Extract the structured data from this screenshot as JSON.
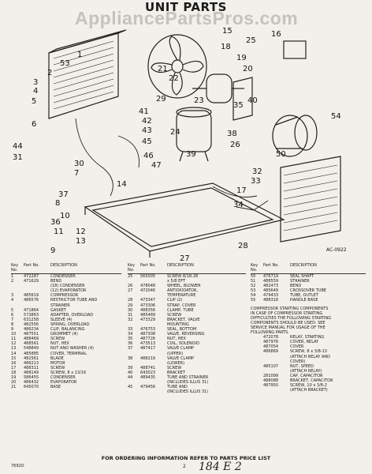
{
  "title": "UNIT PARTS",
  "watermark": "AppliancePartsPros.com",
  "diagram_code": "AC-0922",
  "callouts": [
    "1",
    "53",
    "2",
    "3",
    "4",
    "5",
    "6",
    "44",
    "31",
    "30",
    "7",
    "37",
    "8",
    "36",
    "9",
    "10",
    "11",
    "12",
    "13",
    "14",
    "29",
    "41",
    "42",
    "43",
    "45",
    "46",
    "47",
    "15",
    "25",
    "18",
    "19",
    "20",
    "21",
    "22",
    "23",
    "24",
    "39",
    "40",
    "38",
    "26",
    "32",
    "50",
    "17",
    "16",
    "35",
    "54",
    "33",
    "34",
    "27",
    "28"
  ],
  "table_headers": {
    "key": "Key No.",
    "part": "Part No.",
    "desc": "DESCRIPTION"
  },
  "columns": [
    {
      "rows": [
        {
          "key": "1",
          "part": "472287",
          "desc": "CONDENSER"
        },
        {
          "key": "2",
          "part": "471629",
          "desc": "BEND"
        },
        {
          "key": "",
          "part": "",
          "desc": "(18) CONDENSER"
        },
        {
          "key": "",
          "part": "",
          "desc": "(12) EVAPORATOR"
        },
        {
          "key": "3",
          "part": "485619",
          "desc": "COMPRESSOR"
        },
        {
          "key": "4",
          "part": "486576",
          "desc": "RESTRICTOR TUBE AND"
        },
        {
          "key": "",
          "part": "",
          "desc": "STRAINER"
        },
        {
          "key": "5",
          "part": "471864",
          "desc": "GASKET"
        },
        {
          "key": "6",
          "part": "573863",
          "desc": "ADAPTER, OVERLOAD"
        },
        {
          "key": "7",
          "part": "631258",
          "desc": "SLEEVE (4)"
        },
        {
          "key": "8",
          "part": "482556",
          "desc": "SPRING, OVERLOAD"
        },
        {
          "key": "9",
          "part": "486234",
          "desc": "CLIP, BALANCING"
        },
        {
          "key": "10",
          "part": "487551",
          "desc": "GROMMET (4)"
        },
        {
          "key": "11",
          "part": "488469",
          "desc": "SCREW"
        },
        {
          "key": "12",
          "part": "488561",
          "desc": "NUT, HEX"
        },
        {
          "key": "13",
          "part": "548849",
          "desc": "NUT AND WASHER (4)"
        },
        {
          "key": "14",
          "part": "485885",
          "desc": "COVER, TERMINAL"
        },
        {
          "key": "15",
          "part": "482561",
          "desc": "BLADE"
        },
        {
          "key": "16",
          "part": "486213",
          "desc": "MOTOR"
        },
        {
          "key": "17",
          "part": "488311",
          "desc": "SCREW"
        },
        {
          "key": "18",
          "part": "488149",
          "desc": "SCREW, 8 x 13/16"
        },
        {
          "key": "19",
          "part": "586455",
          "desc": "CONDENSER"
        },
        {
          "key": "20",
          "part": "486432",
          "desc": "EVAPORATOR"
        },
        {
          "key": "21",
          "part": "645070",
          "desc": "BASE"
        }
      ]
    },
    {
      "rows": [
        {
          "key": "25",
          "part": "565005",
          "desc": "SCREW 8/18-28"
        },
        {
          "key": "",
          "part": "",
          "desc": "x 5/8 EFT"
        },
        {
          "key": "26",
          "part": "478048",
          "desc": "WHEEL, BLOWER"
        },
        {
          "key": "27",
          "part": "472046",
          "desc": "ANTIOXIDATOR,"
        },
        {
          "key": "",
          "part": "",
          "desc": "TEMPERATURE"
        },
        {
          "key": "28",
          "part": "473347",
          "desc": "CLIP (2)"
        },
        {
          "key": "29",
          "part": "473306",
          "desc": "STRAP, COVER"
        },
        {
          "key": "30",
          "part": "488356",
          "desc": "CLAMP, TUBE"
        },
        {
          "key": "31",
          "part": "485489",
          "desc": "SCREW"
        },
        {
          "key": "32",
          "part": "473329",
          "desc": "BRACKET, VALVE"
        },
        {
          "key": "",
          "part": "",
          "desc": "MOUNTING"
        },
        {
          "key": "33",
          "part": "476753",
          "desc": "SEAL, BOTTOM"
        },
        {
          "key": "34",
          "part": "487308",
          "desc": "VALVE, REVERSING"
        },
        {
          "key": "35",
          "part": "487726",
          "desc": "NUT, HEX"
        },
        {
          "key": "36",
          "part": "473513",
          "desc": "COIL, SOLENOID"
        },
        {
          "key": "37",
          "part": "487417",
          "desc": "VALVE CLAMP"
        },
        {
          "key": "",
          "part": "",
          "desc": "(UPPER)"
        },
        {
          "key": "38",
          "part": "488219",
          "desc": "VALVE CLAMP"
        },
        {
          "key": "",
          "part": "",
          "desc": "(LOWER)"
        },
        {
          "key": "39",
          "part": "488741",
          "desc": "SCREW"
        },
        {
          "key": "40",
          "part": "643023",
          "desc": "BRACKET"
        },
        {
          "key": "44",
          "part": "489435",
          "desc": "TUBE AND STRAINER"
        },
        {
          "key": "",
          "part": "",
          "desc": "(INCLUDES ILLUS 31)"
        },
        {
          "key": "45",
          "part": "479456",
          "desc": "TUBE AND"
        },
        {
          "key": "",
          "part": "",
          "desc": "(INCLUDES ILLUS 31)"
        }
      ]
    },
    {
      "rows": [
        {
          "key": "50",
          "part": "476719",
          "desc": "SEAL SHAFT"
        },
        {
          "key": "51",
          "part": "488559",
          "desc": "STRAINER"
        },
        {
          "key": "52",
          "part": "482473",
          "desc": "BEND"
        },
        {
          "key": "53",
          "part": "485649",
          "desc": "CROSSOVER TUBE"
        },
        {
          "key": "54",
          "part": "479433",
          "desc": "TUBE, OUTLET"
        },
        {
          "key": "55",
          "part": "488318",
          "desc": "HANDLE BASE"
        }
      ],
      "note": [
        "COMPRESSOR STARTING COMPONENTS",
        "IN CASE OF COMPRESSOR STARTING",
        "DIFFICULTIES THE FOLLOWING STARTING",
        "COMPONENTS SHOULD BE USED. SEE",
        "SERVICE MANUAL FOR USAGE OF THE",
        "FOLLOWING PARTS."
      ],
      "extra_rows": [
        {
          "key": "",
          "part": "472078",
          "desc": "RELAY, STARTING"
        },
        {
          "key": "",
          "part": "487976",
          "desc": "COVER, RELAY"
        },
        {
          "key": "",
          "part": "487054",
          "desc": "COVER"
        },
        {
          "key": "",
          "part": "486869",
          "desc": "SCREW, 8 x 3/8-13"
        },
        {
          "key": "",
          "part": "",
          "desc": "(ATTACH RELAY AND"
        },
        {
          "key": "",
          "part": "",
          "desc": "COVER)"
        },
        {
          "key": "",
          "part": "485107",
          "desc": "NUT, SPEED"
        },
        {
          "key": "",
          "part": "",
          "desc": "(ATTACH RELAY)"
        },
        {
          "key": "",
          "part": "281099",
          "desc": "CAP, CAPACITOR"
        },
        {
          "key": "",
          "part": "488088",
          "desc": "BRACKET, CAPACITOR"
        },
        {
          "key": "",
          "part": "487950",
          "desc": "SCREW, 10 x 3/8-2"
        },
        {
          "key": "",
          "part": "",
          "desc": "(ATTACH BRACKET)"
        }
      ]
    }
  ],
  "footer": "FOR ORDERING INFORMATION REFER TO PARTS PRICE LIST",
  "figure_code": "7692D",
  "page_number": "2",
  "handwriting": "184 E 2"
}
